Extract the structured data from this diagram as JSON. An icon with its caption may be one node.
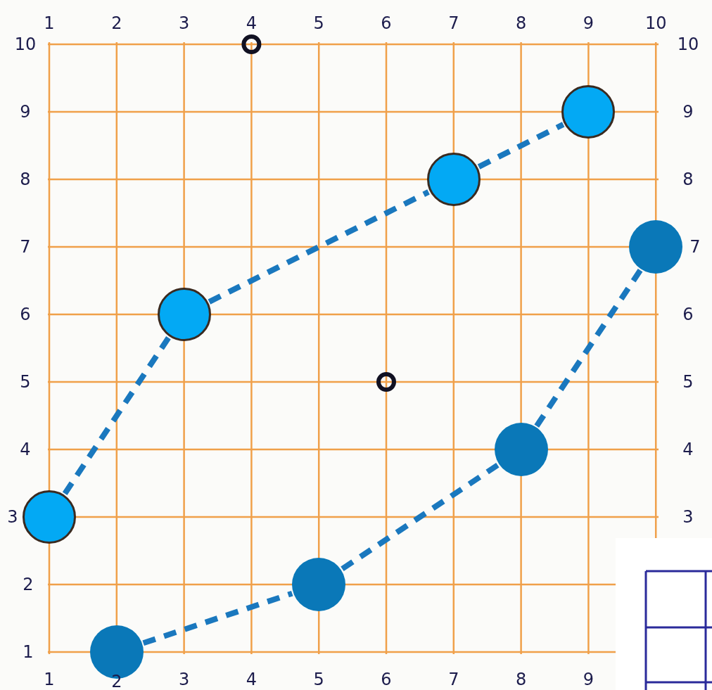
{
  "diagram": {
    "nodes": [
      {
        "text": [],
        "shape": "circle"
      },
      {
        "text": [],
        "shape": "circle"
      },
      {
        "text": [],
        "shape": "circle"
      },
      {
        "text": [],
        "shape": "circle"
      },
      {
        "text": [],
        "shape": "circle"
      },
      {
        "text": [],
        "shape": "circle"
      },
      {
        "text": [],
        "shape": "circle"
      },
      {
        "text": [],
        "shape": "circle"
      }
    ],
    "edges": [
      {
        "from": 5,
        "to": 3,
        "arrow": "none",
        "style": "dashed"
      },
      {
        "from": 3,
        "to": 1,
        "arrow": "none",
        "style": "dashed"
      },
      {
        "from": 1,
        "to": 0,
        "arrow": "none",
        "style": "dashed"
      },
      {
        "from": 7,
        "to": 6,
        "arrow": "none",
        "style": "dashed"
      },
      {
        "from": 6,
        "to": 4,
        "arrow": "none",
        "style": "dashed"
      },
      {
        "from": 4,
        "to": 2,
        "arrow": "none",
        "style": "dashed"
      }
    ],
    "labels": [
      "1",
      "2",
      "3",
      "4",
      "5",
      "6",
      "7",
      "8",
      "9",
      "10",
      "10",
      "10",
      "9",
      "9",
      "8",
      "8",
      "7",
      "7",
      "6",
      "6",
      "5",
      "5",
      "4",
      "4",
      "3",
      "3",
      "2",
      "1",
      "1",
      "2",
      "3",
      "4",
      "5",
      "6",
      "7",
      "8",
      "9"
    ]
  }
}
